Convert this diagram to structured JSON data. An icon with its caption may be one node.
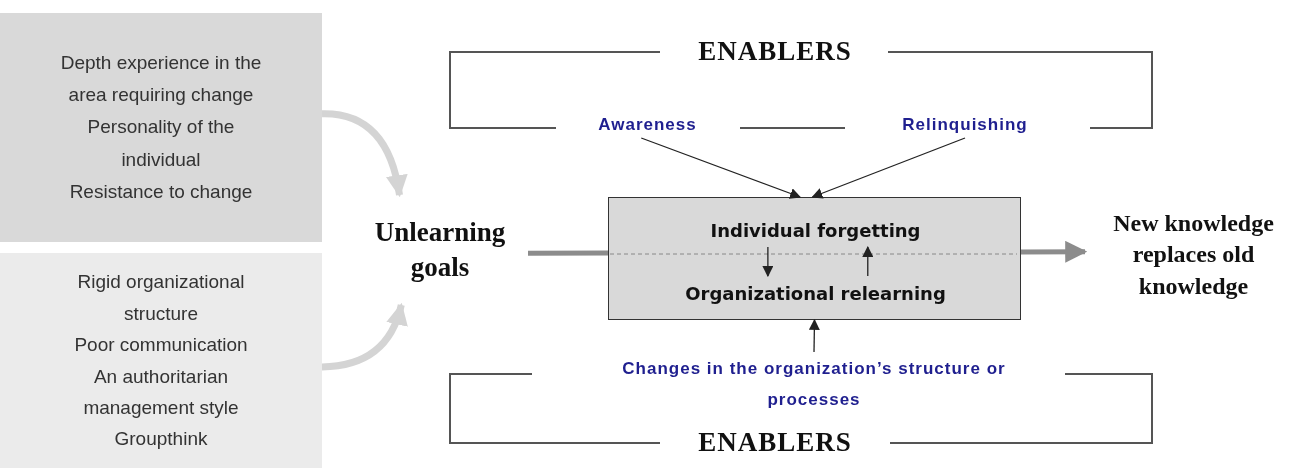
{
  "diagram": {
    "nodes": [
      {
        "text": [
          "Depth experience in the area requiring change",
          "Personality of the individual",
          "Resistance to change"
        ]
      },
      {
        "text": [
          "Rigid organizational structure",
          "Poor communication",
          "An authoritarian management style",
          "Groupthink"
        ]
      },
      {
        "text": [
          "Unlearning goals"
        ]
      },
      {
        "text": [],
        "shape": "box"
      },
      {
        "text": [
          "Individual forgetting"
        ],
        "in": 3
      },
      {
        "text": [
          "Organizational relearning"
        ],
        "in": 3
      },
      {
        "text": [
          "New knowledge replaces old knowledge"
        ]
      },
      {
        "text": [
          "Awareness"
        ]
      },
      {
        "text": [
          "Relinquishing"
        ]
      },
      {
        "text": [
          "Changes in the organization’s structure or processes"
        ]
      }
    ],
    "edges": [
      {
        "from": 0,
        "to": 2,
        "arrow": "to",
        "style": "thick",
        "color": "#d4d4d4"
      },
      {
        "from": 1,
        "to": 2,
        "arrow": "to",
        "style": "thick",
        "color": "#d4d4d4"
      },
      {
        "from": 2,
        "to": 3,
        "arrow": "none",
        "style": "thick",
        "color": "#8c8c8c"
      },
      {
        "from": 3,
        "to": 6,
        "arrow": "to",
        "style": "thick",
        "color": "#8c8c8c"
      },
      {
        "from": 7,
        "to": 3,
        "arrow": "to"
      },
      {
        "from": 8,
        "to": 3,
        "arrow": "to"
      },
      {
        "from": 4,
        "to": 5,
        "arrow": "to"
      },
      {
        "from": 5,
        "to": 4,
        "arrow": "to"
      },
      {
        "from": 9,
        "to": 3,
        "arrow": "to"
      }
    ],
    "labels": [
      "ENABLERS",
      "ENABLERS"
    ]
  }
}
